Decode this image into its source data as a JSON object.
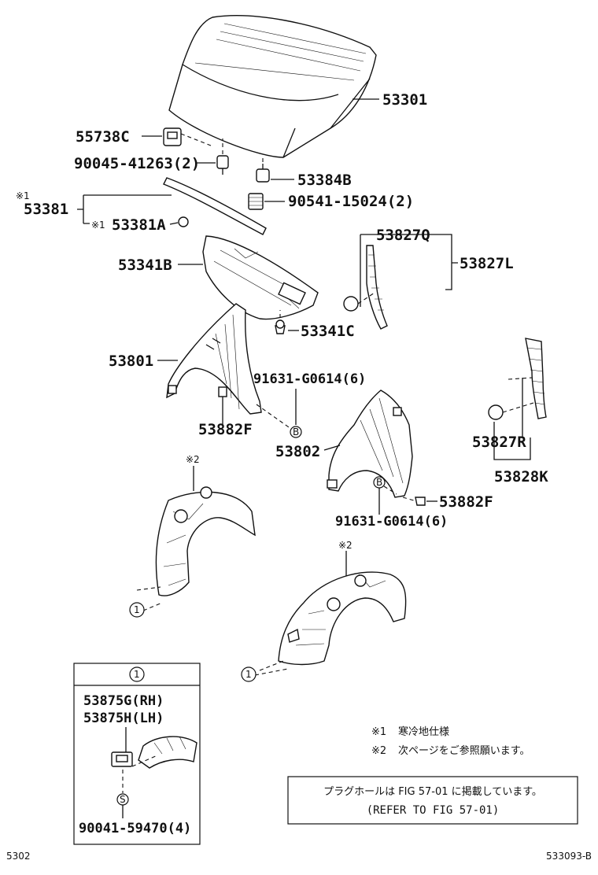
{
  "labels": {
    "hood": "53301",
    "hood_cushion": "55738C",
    "hood_bolt": "90045-41263(2)",
    "hood_stopper": "53384B",
    "hood_cushion_spring": "90541-15024(2)",
    "hood_seal_main": "53381",
    "hood_seal_clip": "53381A",
    "hood_insulator": "53341B",
    "insulator_clip": "53341C",
    "fender_left": "53801",
    "fender_bolt_top": "91631-G0614(6)",
    "fender_liner_clip_left": "53882F",
    "fender_right": "53802",
    "fender_liner_clip_right": "53882F",
    "fender_bolt_bottom": "91631-G0614(6)",
    "fender_seal_q": "53827Q",
    "fender_seal_l": "53827L",
    "fender_seal_r": "53827R",
    "fender_seal_k": "53828K"
  },
  "marks": {
    "asterisk_1": "※1",
    "asterisk_2": "※2",
    "circle_b": "B",
    "circle_one": "1",
    "circle_s": "S"
  },
  "detail": {
    "header": "1",
    "part_rh": "53875G(RH)",
    "part_lh": "53875H(LH)",
    "screw": "90041-59470(4)"
  },
  "notes": {
    "note1_mark": "※1",
    "note1_text": "寒冷地仕様",
    "note2_mark": "※2",
    "note2_text": "次ページをご参照願います。",
    "refer_jp": "プラグホールは FIG 57-01 に掲載しています。",
    "refer_en": "(REFER TO FIG 57-01)"
  },
  "footer": {
    "left": "5302",
    "right": "533093-B"
  }
}
